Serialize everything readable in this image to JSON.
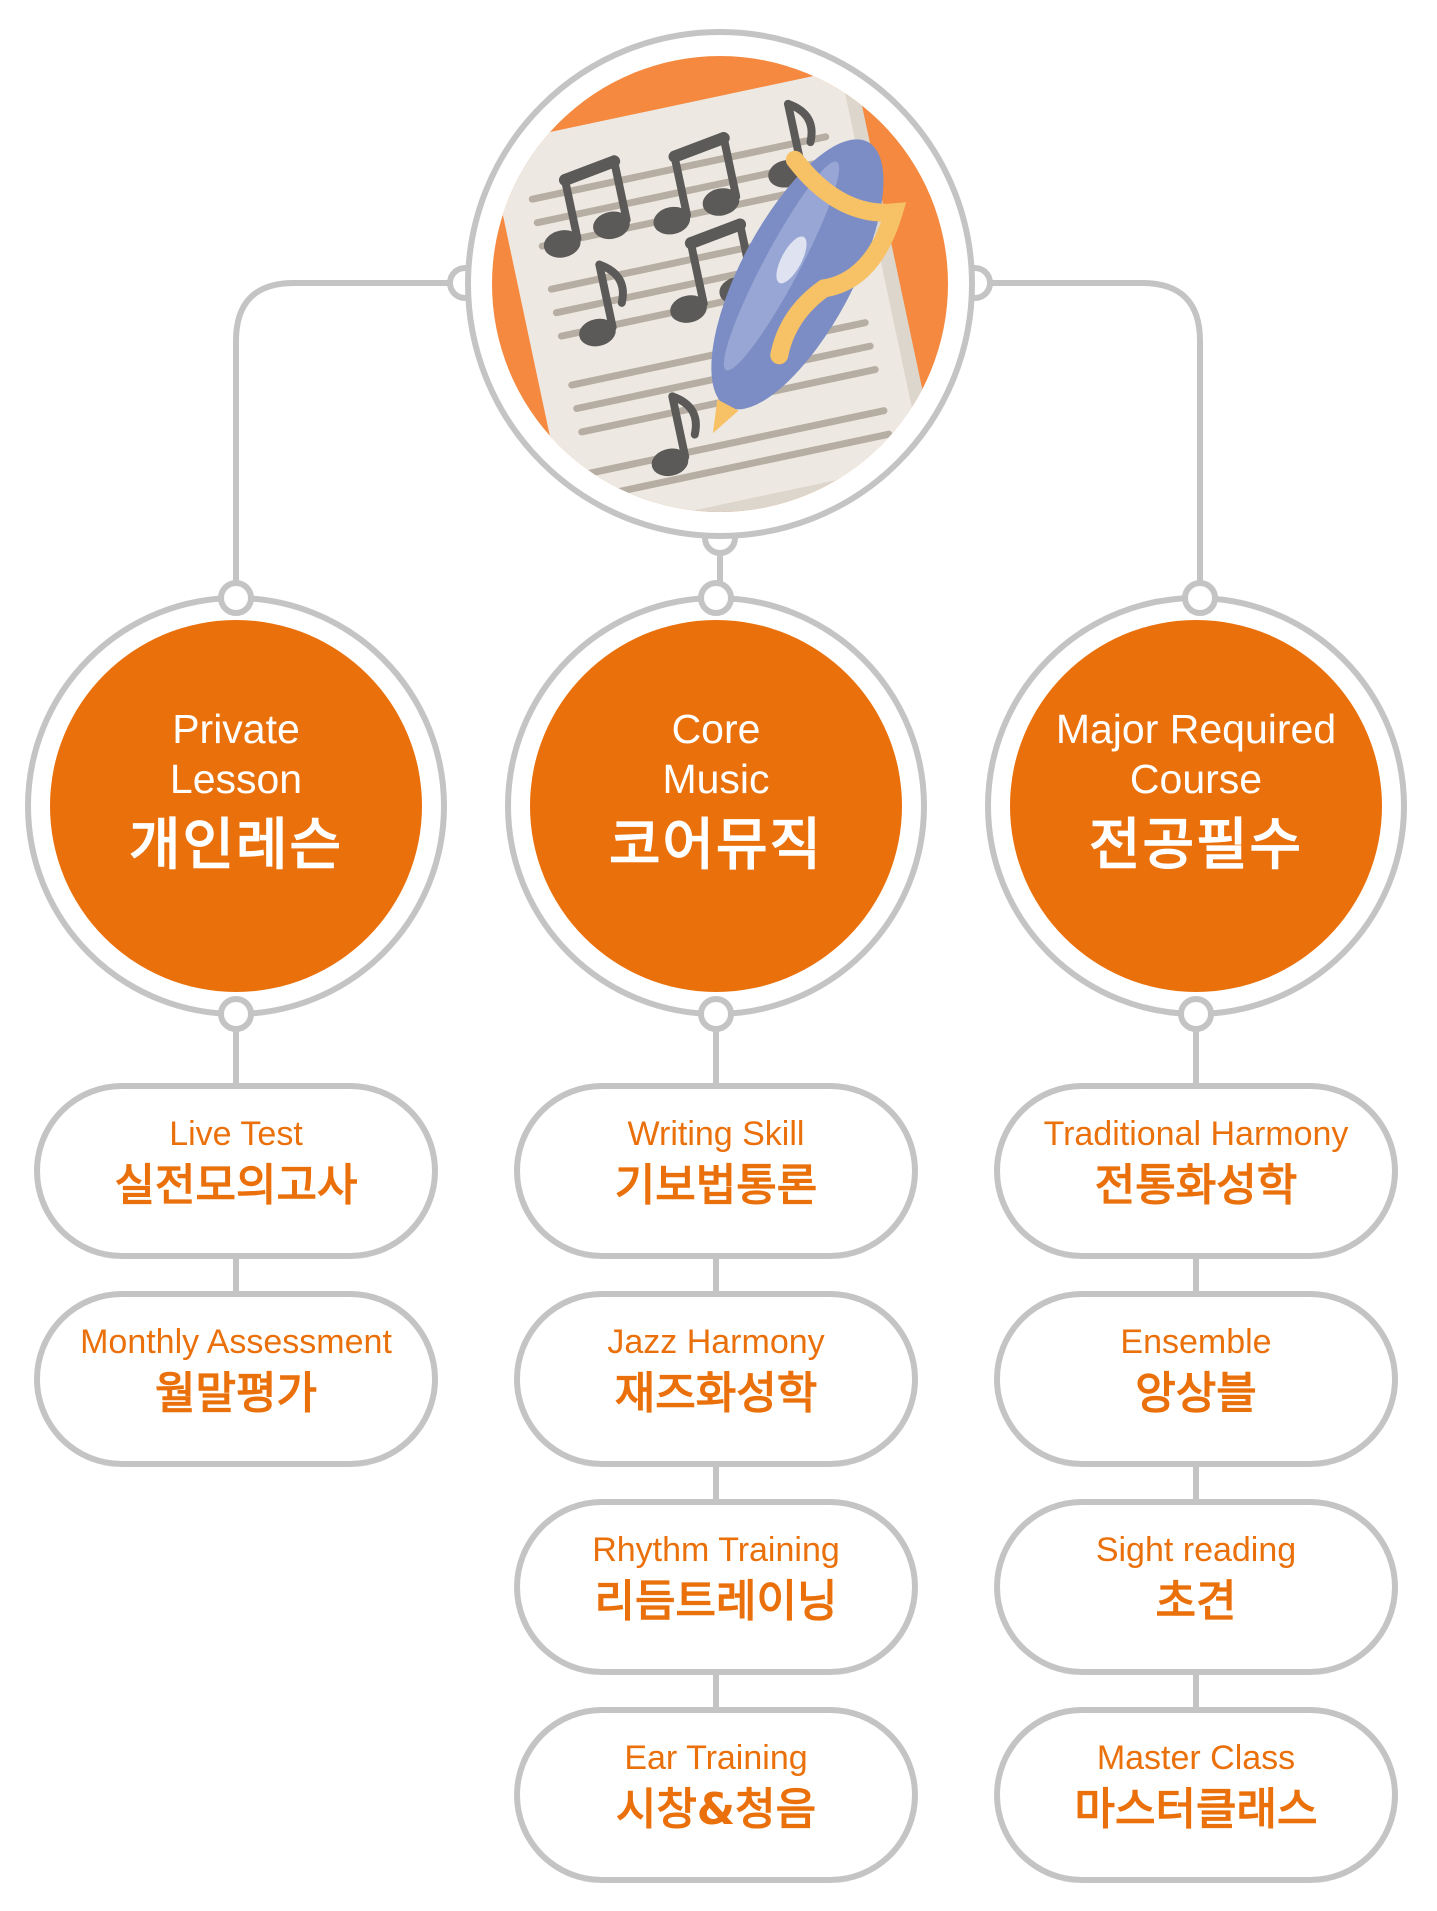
{
  "colors": {
    "accent": "#ea700b",
    "accent_light": "#f5893f",
    "outline": "#c4c4c4",
    "paper": "#ede9e2",
    "note": "#5c5a58",
    "pen": "#7b8dc4",
    "pen_band": "#f7c165"
  },
  "header_illustration": {
    "icon": "sheet-music-pen-icon"
  },
  "categories": [
    {
      "id": "private",
      "en": "Private\nLesson",
      "ko": "개인레슨",
      "items": [
        {
          "en": "Live Test",
          "ko": "실전모의고사"
        },
        {
          "en": "Monthly Assessment",
          "ko": "월말평가"
        }
      ]
    },
    {
      "id": "core",
      "en": "Core\nMusic",
      "ko": "코어뮤직",
      "items": [
        {
          "en": "Writing Skill",
          "ko": "기보법통론"
        },
        {
          "en": "Jazz Harmony",
          "ko": "재즈화성학"
        },
        {
          "en": "Rhythm Training",
          "ko": "리듬트레이닝"
        },
        {
          "en": "Ear Training",
          "ko": "시창&청음"
        }
      ]
    },
    {
      "id": "major",
      "en": "Major Required\nCourse",
      "ko": "전공필수",
      "items": [
        {
          "en": "Traditional Harmony",
          "ko": "전통화성학"
        },
        {
          "en": "Ensemble",
          "ko": "앙상블"
        },
        {
          "en": "Sight reading",
          "ko": "초견"
        },
        {
          "en": "Master Class",
          "ko": "마스터클래스"
        }
      ]
    }
  ]
}
